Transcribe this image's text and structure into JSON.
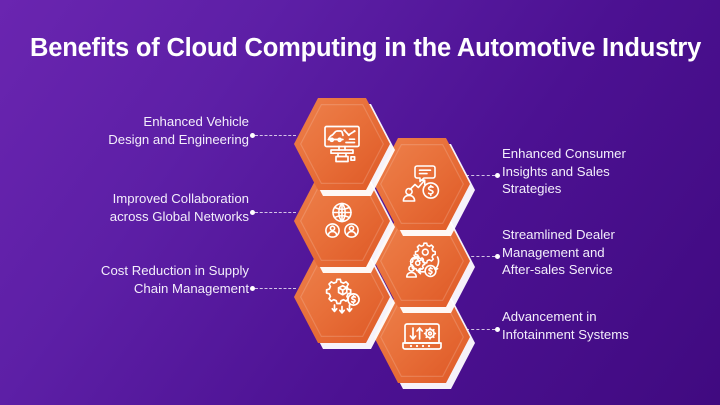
{
  "slide": {
    "title": "Benefits of Cloud Computing in the Automotive Industry",
    "background_start": "#6a25b0",
    "background_end": "#400a80",
    "accent_color": "#e8703a",
    "text_color": "#f3eefb"
  },
  "items": [
    {
      "id": 1,
      "side": "left",
      "label": "Enhanced Vehicle\nDesign and Engineering",
      "icon": "monitor-car-design-icon"
    },
    {
      "id": 2,
      "side": "right",
      "label": "Enhanced Consumer\nInsights and Sales\nStrategies",
      "icon": "person-chart-dollar-icon"
    },
    {
      "id": 3,
      "side": "left",
      "label": "Improved Collaboration\nacross Global Networks",
      "icon": "globe-users-icon"
    },
    {
      "id": 4,
      "side": "right",
      "label": "Streamlined Dealer\nManagement and\nAfter-sales Service",
      "icon": "gears-person-dollar-cycle-icon"
    },
    {
      "id": 5,
      "side": "left",
      "label": "Cost Reduction in Supply\nChain Management",
      "icon": "gear-box-dollar-down-arrows-icon"
    },
    {
      "id": 6,
      "side": "right",
      "label": "Advancement in\nInfotainment Systems",
      "icon": "dashboard-arrows-gear-icon"
    }
  ]
}
